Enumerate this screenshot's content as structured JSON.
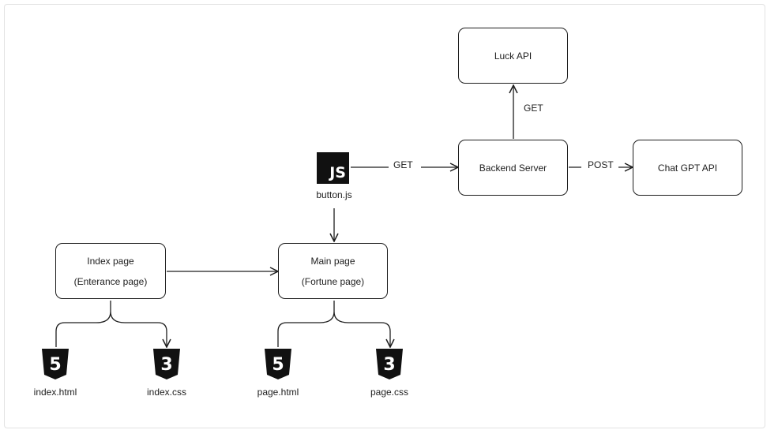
{
  "nodes": {
    "luck_api": "Luck API",
    "backend_server": "Backend Server",
    "chat_gpt_api": "Chat GPT API",
    "index_page": [
      "Index page",
      "(Enterance page)"
    ],
    "main_page": [
      "Main page",
      "(Fortune page)"
    ]
  },
  "edges": {
    "backend_to_luck": "GET",
    "js_to_backend": "GET",
    "backend_to_chatgpt": "POST"
  },
  "files": {
    "button_js": {
      "label": "button.js",
      "badge": "JS",
      "icon": "javascript-icon"
    },
    "index_html": {
      "label": "index.html",
      "badge": "5",
      "icon": "html5-icon"
    },
    "index_css": {
      "label": "index.css",
      "badge": "3",
      "icon": "css3-icon"
    },
    "page_html": {
      "label": "page.html",
      "badge": "5",
      "icon": "html5-icon"
    },
    "page_css": {
      "label": "page.css",
      "badge": "3",
      "icon": "css3-icon"
    }
  },
  "colors": {
    "stroke": "#1e1e1e",
    "icon_fill": "#111111",
    "background": "#ffffff"
  }
}
